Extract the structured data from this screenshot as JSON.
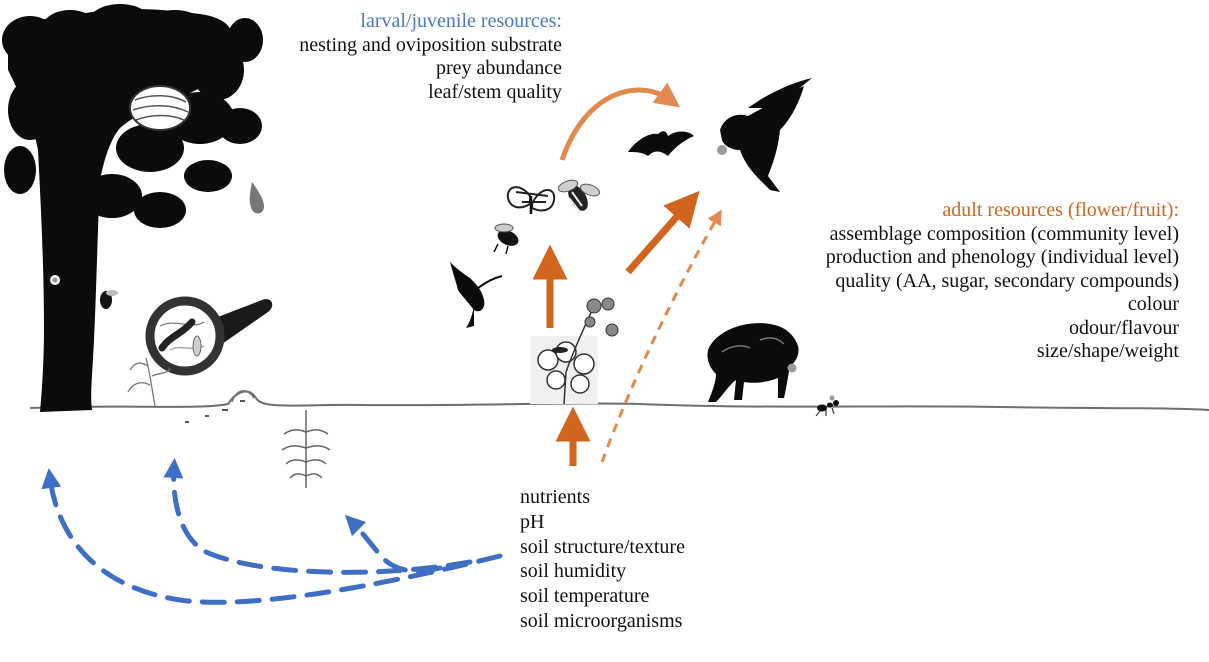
{
  "larval": {
    "heading": "larval/juvenile resources:",
    "items": [
      "nesting and oviposition substrate",
      "prey abundance",
      "leaf/stem quality"
    ]
  },
  "adult": {
    "heading": "adult resources (flower/fruit):",
    "items": [
      "assemblage composition (community level)",
      "production and phenology (individual level)",
      "quality (AA, sugar, secondary compounds)",
      "colour",
      "odour/flavour",
      "size/shape/weight"
    ]
  },
  "soil": {
    "items": [
      "nutrients",
      "pH",
      "soil structure/texture",
      "soil humidity",
      "soil temperature",
      "soil microorganisms"
    ]
  },
  "colors": {
    "larval_heading": "#4a78c4",
    "adult_heading": "#d1651e",
    "arrow_orange": "#d1651e",
    "arrow_light_orange": "#e08a4e",
    "arrow_blue": "#3f6fc4",
    "silhouette": "#0b0b0b",
    "ground": "#6f6f6f"
  },
  "icons": [
    "tree-icon",
    "nest-icon",
    "magnifier-icon",
    "caterpillar-icon",
    "butterfly-icon",
    "wasp-icon",
    "bee-icon",
    "hummingbird-icon",
    "bat-icon",
    "parrot-icon",
    "flowering-plant-icon",
    "agouti-icon",
    "ant-icon",
    "root-icon",
    "bee-small-icon"
  ]
}
